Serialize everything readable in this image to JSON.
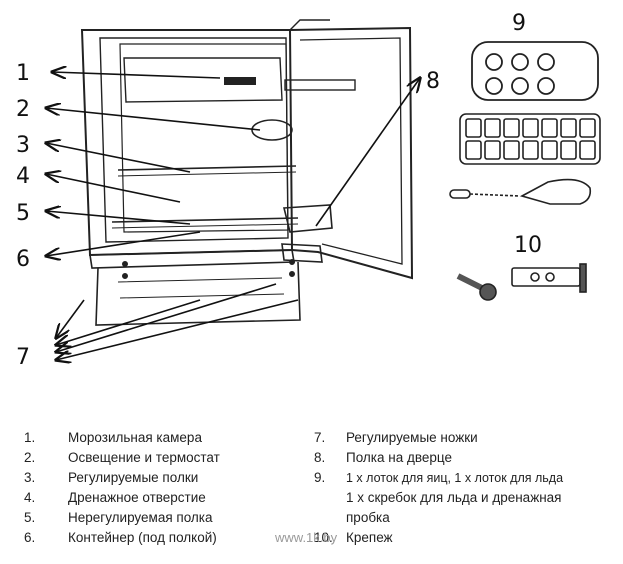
{
  "callouts": [
    "1",
    "2",
    "3",
    "4",
    "5",
    "6",
    "7",
    "8",
    "9",
    "10"
  ],
  "legend_left": [
    {
      "n": "1.",
      "text": "Морозильная камера"
    },
    {
      "n": "2.",
      "text": "Освещение и термостат"
    },
    {
      "n": "3.",
      "text": "Регулируемые полки"
    },
    {
      "n": "4.",
      "text": "Дренажное отверстие"
    },
    {
      "n": "5.",
      "text": "Нерегулируемая полка"
    },
    {
      "n": "6.",
      "text": "Контейнер (под полкой)"
    }
  ],
  "legend_right": [
    {
      "n": "7.",
      "text": "Регулируемые ножки"
    },
    {
      "n": "8.",
      "text": "Полка на дверце"
    },
    {
      "n": "9.",
      "text": "1 х лоток для яиц, 1 х лоток для льда"
    },
    {
      "n": "",
      "text": "1 х скребок для льда и дренажная пробка"
    },
    {
      "n": "10.",
      "text": "Крепеж"
    }
  ],
  "watermark": "www.1k.by"
}
